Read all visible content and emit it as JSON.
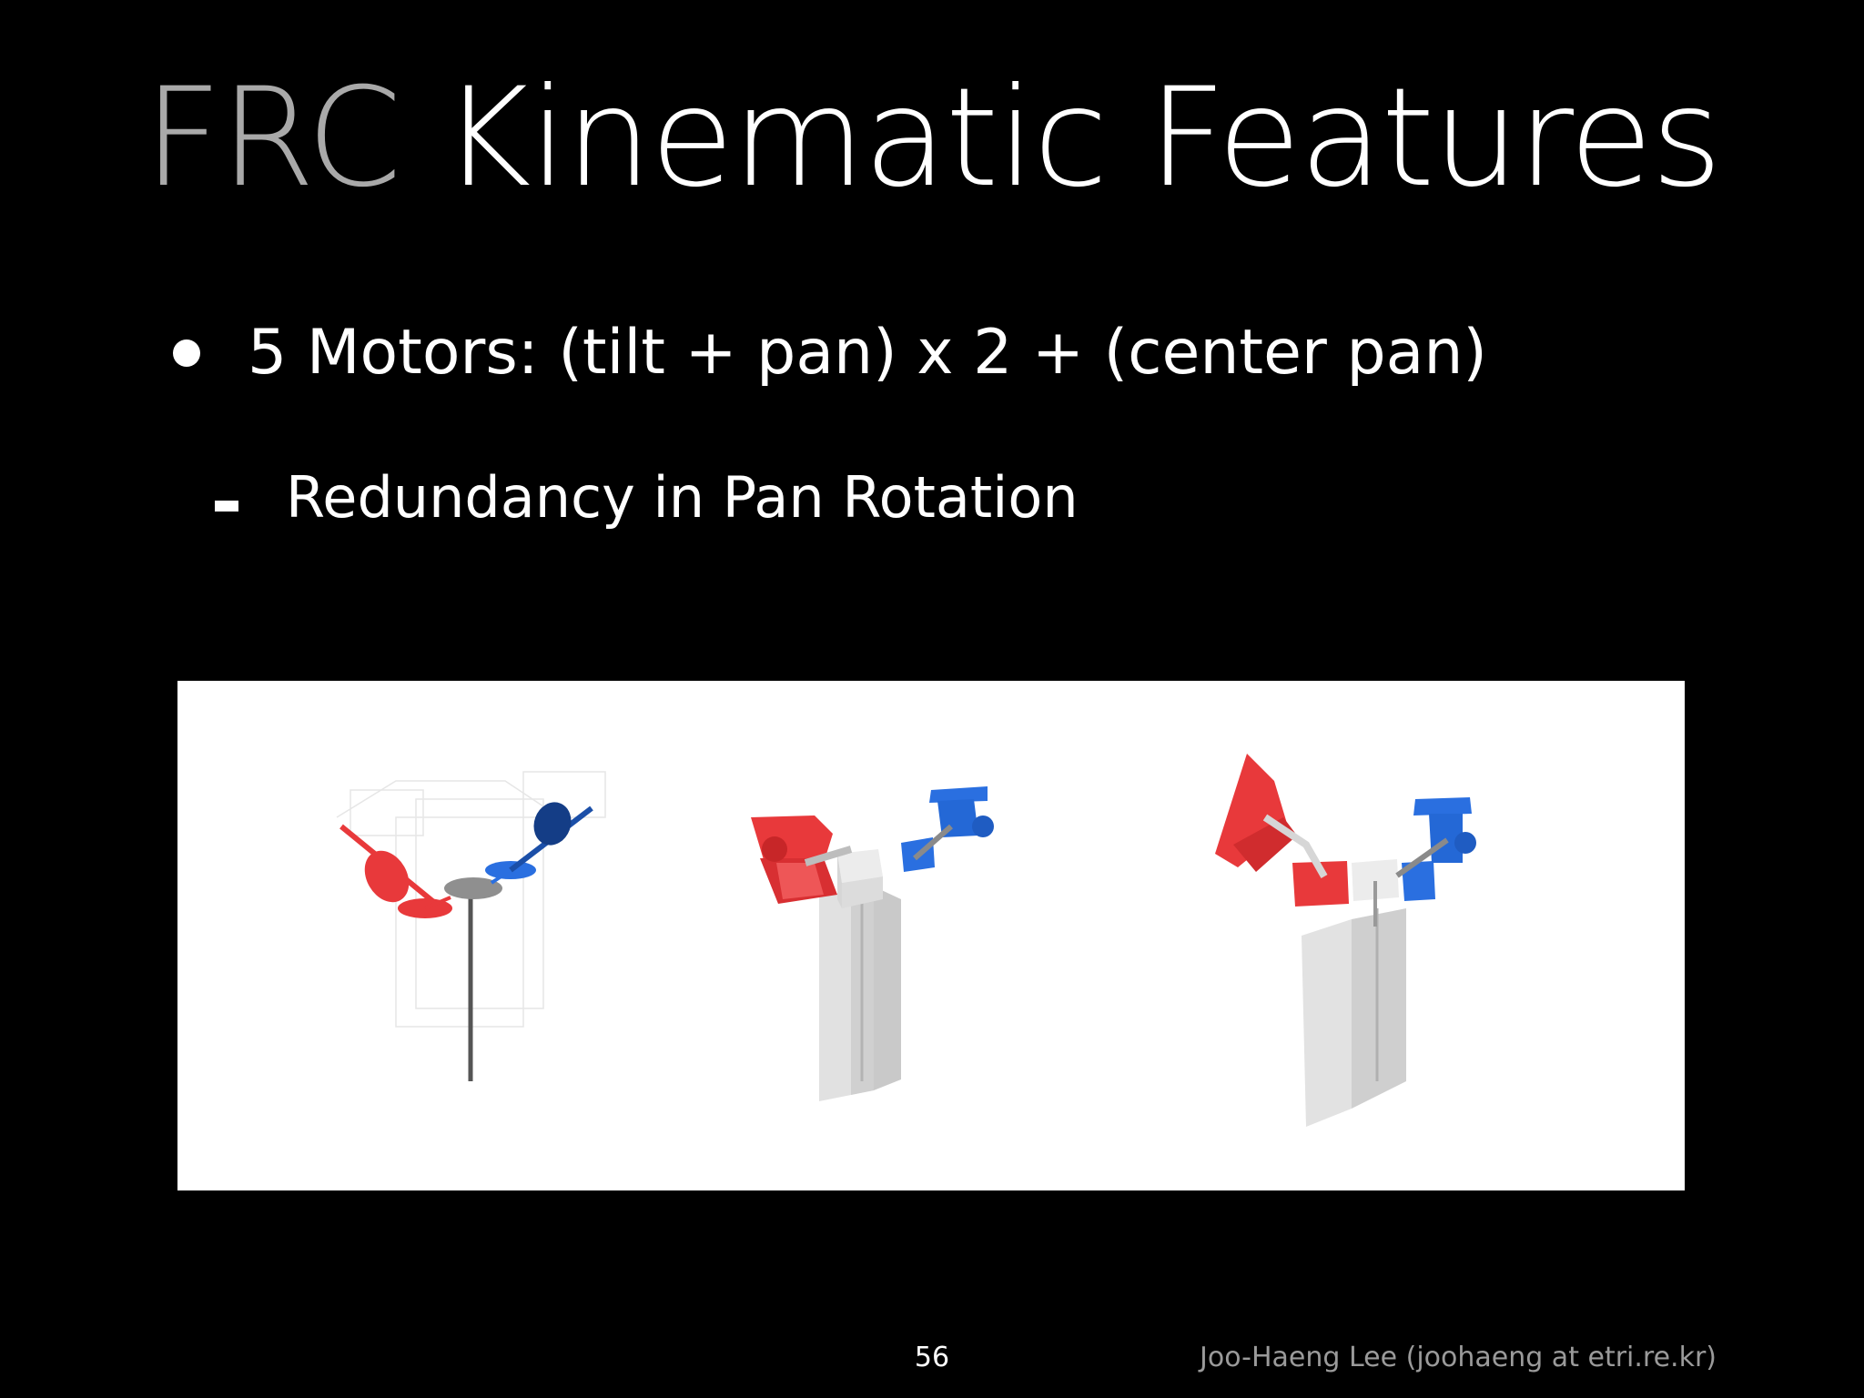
{
  "slide": {
    "title_accent": "FRC",
    "title_main": "Kinematic Features",
    "bullets": [
      {
        "text": "5 Motors: (tilt + pan) x 2 + (center pan)"
      }
    ],
    "sub_bullets": [
      {
        "text": "Redundancy in Pan Rotation"
      }
    ],
    "page_number": "56",
    "author": "Joo-Haeng Lee (joohaeng at etri.re.kr)"
  },
  "colors": {
    "background": "#000000",
    "title_accent": "#a9a9a9",
    "text": "#ffffff",
    "footer": "#9a9a9a",
    "red_motor": "#e8393b",
    "blue_motor": "#2a6fe0",
    "grey_body": "#d4d4d4"
  },
  "figure": {
    "panels": [
      {
        "name": "wireframe-kinematic-diagram"
      },
      {
        "name": "solid-model-pose-1"
      },
      {
        "name": "solid-model-pose-2"
      }
    ]
  }
}
